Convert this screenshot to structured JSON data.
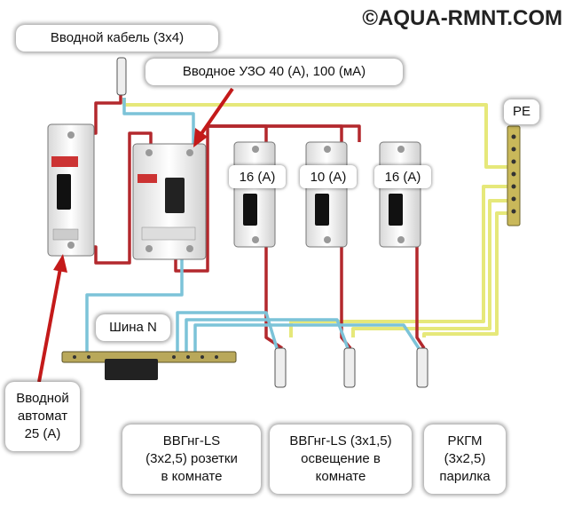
{
  "watermark": "©AQUA-RMNT.COM",
  "labels": {
    "input_cable": "Вводной кабель (3х4)",
    "input_rcd": "Вводное УЗО 40 (А), 100 (мА)",
    "pe": "PE",
    "bus_n": "Шина N",
    "input_breaker": "Вводной\nавтомат\n25 (А)",
    "cable_sockets": "ВВГнг-LS\n(3х2,5) розетки\nв комнате",
    "cable_lighting": "ВВГнг-LS (3х1,5)\nосвещение в\nкомнате",
    "cable_sauna": "РКГМ\n(3х2,5)\nпарилка"
  },
  "breaker_ratings": [
    "16 (А)",
    "10 (А)",
    "16 (А)"
  ],
  "colors": {
    "phase_wire": "#b3282d",
    "neutral_wire": "#7cc3d8",
    "earth_wire": "#e6e87a",
    "arrow": "#c41a1a"
  }
}
